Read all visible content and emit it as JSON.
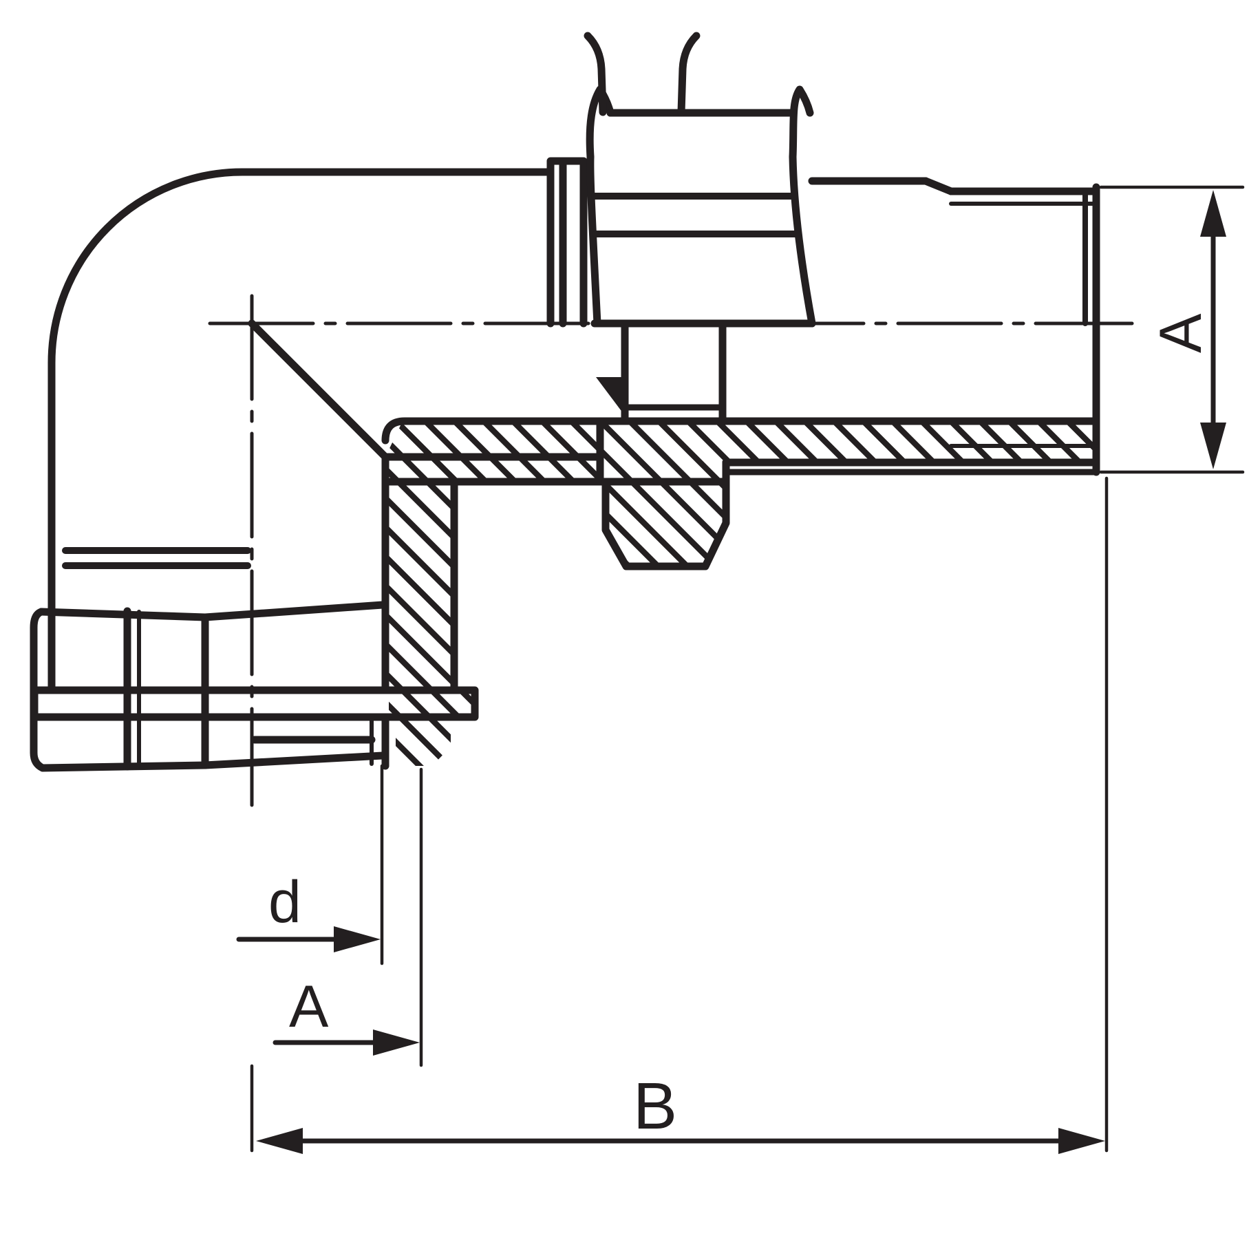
{
  "drawing": {
    "type": "technical-dimension-drawing",
    "subject": "90-degree elbow union pipe fitting, half-section view",
    "labels": {
      "height_right": "A",
      "bore": "d",
      "offset": "A",
      "length": "B"
    },
    "colors": {
      "line": "#231f20",
      "background": "#ffffff"
    }
  }
}
